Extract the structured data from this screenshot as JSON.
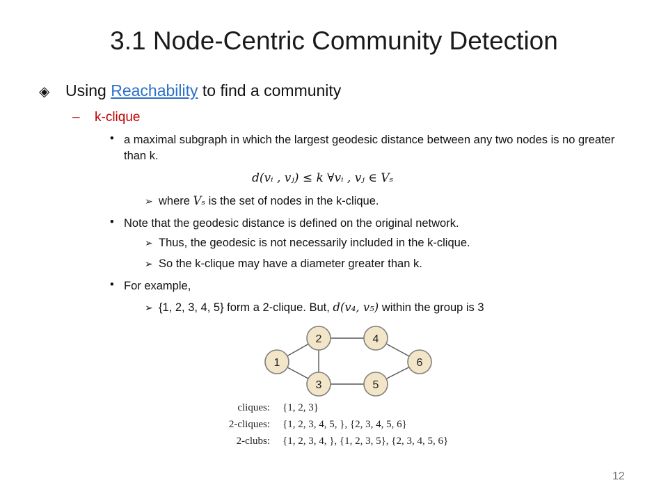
{
  "title": "3.1 Node-Centric Community Detection",
  "level1": {
    "bullet": "◈",
    "prefix": "Using ",
    "link": "Reachability",
    "suffix": " to find a community"
  },
  "level2": {
    "dash": "–",
    "text": "k-clique"
  },
  "bullets": [
    {
      "text": "a maximal subgraph in which the largest geodesic distance between any two nodes is no greater than k."
    },
    {
      "text": "Note that the geodesic distance is defined on the original network."
    },
    {
      "text": "For example,"
    }
  ],
  "formula": "d(vᵢ , vⱼ) ≤ k  ∀vᵢ , vⱼ ∈ Vₛ",
  "subs": {
    "where_pre": "where ",
    "where_math": "Vₛ",
    "where_post": " is the set of nodes in the k-clique.",
    "thus": "Thus, the geodesic is not necessarily included in the k-clique.",
    "so": "So the k-clique may have a diameter greater than k.",
    "example_pre": "{1, 2, 3, 4, 5} form a 2-clique. But, ",
    "example_math": "d(v₄, v₅)",
    "example_post": " within the group is 3"
  },
  "graph": {
    "nodes": [
      "1",
      "2",
      "3",
      "4",
      "5",
      "6"
    ],
    "edges": [
      [
        "1",
        "2"
      ],
      [
        "1",
        "3"
      ],
      [
        "2",
        "3"
      ],
      [
        "2",
        "4"
      ],
      [
        "3",
        "5"
      ],
      [
        "4",
        "6"
      ],
      [
        "5",
        "6"
      ]
    ],
    "node_fill": "#f3e6c8",
    "node_stroke": "#7f7f7f"
  },
  "table": [
    {
      "label": "cliques:",
      "value": "{1, 2, 3}"
    },
    {
      "label": "2-cliques:",
      "value": "{1, 2, 3, 4, 5, }, {2, 3, 4, 5, 6}"
    },
    {
      "label": "2-clubs:",
      "value": "{1, 2, 3, 4, }, {1, 2, 3, 5}, {2, 3, 4, 5, 6}"
    }
  ],
  "page_number": "12",
  "colors": {
    "link": "#2a6fc9",
    "level2": "#c00000"
  }
}
